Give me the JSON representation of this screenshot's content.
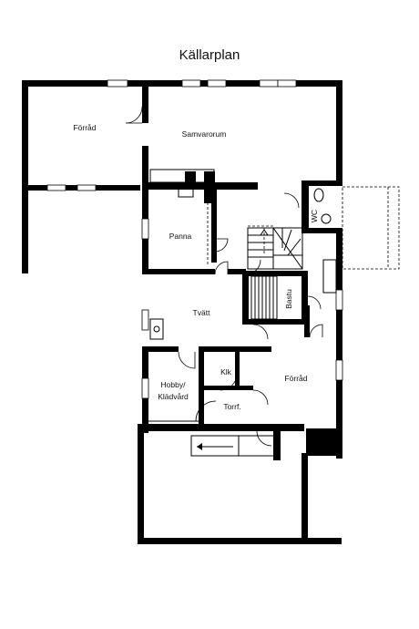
{
  "title": "Källarplan",
  "rooms": {
    "forrad_top": "Förråd",
    "samvarorum": "Samvarorum",
    "panna": "Panna",
    "wc": "WC",
    "tvatt": "Tvätt",
    "bastu": "Bastu",
    "klk": "Klk",
    "forrad_right": "Förråd",
    "hobby_line1": "Hobby/",
    "hobby_line2": "Klädvård",
    "torrf": "Torrf."
  }
}
